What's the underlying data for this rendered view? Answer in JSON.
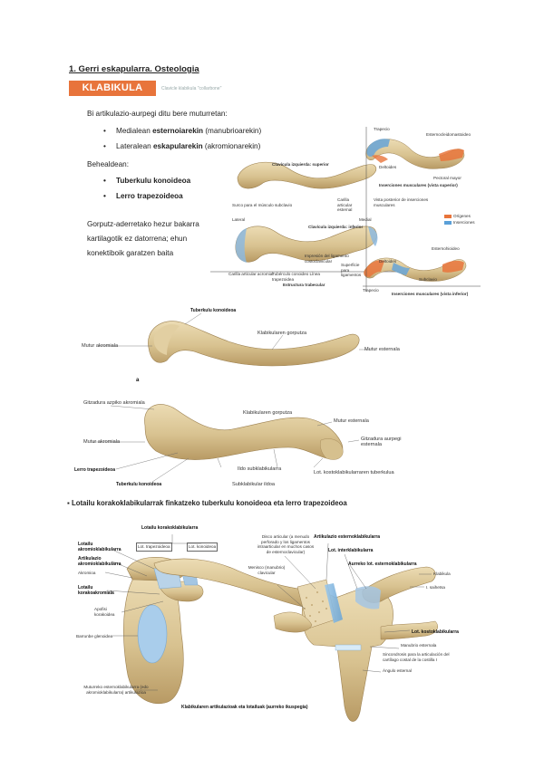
{
  "heading": "1. Gerri eskapularra. Osteologia",
  "banner": {
    "title": "KLABIKULA",
    "note": "Clavicle klabikula \"collarbone\""
  },
  "intro": {
    "line1": "Bi artikulazio-aurpegi ditu bere muturretan:",
    "b1_pre": "Medialean ",
    "b1_bold": "esternoiarekin",
    "b1_post": " (manubrioarekin)",
    "b2_pre": "Lateralean ",
    "b2_bold": "eskapularekin",
    "b2_post": " (akromionarekin)",
    "line2": "Behealdean:",
    "b3": "Tuberkulu konoideoa",
    "b4": "Lerro trapezoideoa",
    "para": [
      "Gorputz-aderretako hezur bakarra",
      "kartilagotik ez datorrena; ehun",
      "konektiboik garatzen baita"
    ]
  },
  "top_fig": {
    "sup_label": "Clavícula izquierda: superior",
    "inf_label": "Clavícula izquierda: inferior",
    "left_note": "Surco para el músculo subclavio",
    "lat": "Lateral",
    "med": "Medial",
    "acrom": "Carilla articular acromial",
    "tuber": "Tubérculo conoideo  Línea trapezoidea",
    "impr": "Impresión del ligamento costoclavicular",
    "right_notes": [
      "Carilla articular esternal",
      "Superficie para ligamentos"
    ],
    "bottom_caption": "Estructura trabecular"
  },
  "right_fig": {
    "top_a": "Trapecio",
    "top_b": "Esternocleidomastoideo",
    "mid": "Deltoides",
    "mid2": "Pectoral mayor",
    "cap1": "Inserciones musculares (vista superior)",
    "legend_note": "Vista posterior de inserciones musculares",
    "legend1": "Orígenes",
    "legend2": "Inserciones",
    "bot_a": "Esternohioideo",
    "bot_b": "Deltoides",
    "bot_c": "Subclavio",
    "bot_d": "Trapecio",
    "cap2": "Inserciones musculares (vista inferior)"
  },
  "fig_a": {
    "title": "Tuberkulu konoideoa",
    "left": "Mutur akromiala",
    "body": "Klabikularen gorputza",
    "right": "Mutur esternala",
    "letter": "a"
  },
  "fig_b": {
    "top_left": "Gitzadura azpiko akromiala",
    "body": "Klabikularen gorputza",
    "mut_ext": "Mutur esternala",
    "mut_akr": "Mutur akromiala",
    "art_side": "Gitzadura aurpegi esternala",
    "lerro": "Lerro trapezoideoa",
    "tuber": "Tuberkulu konoideoa",
    "ildo": "Ildo subklabikularra",
    "subcl": "Subklabikular ildoa",
    "lot": "Lot. kostoklabikularraren tuberkulua"
  },
  "bullet2": "Lotailu korakoklabikularrak finkatzeko tuberkulu konoideoa eta lerro trapezoideoa",
  "fig_c": {
    "lot_korako": "Lotailu korakoklabikularra",
    "lot_trap": "Lot. trapezoideoa",
    "lot_kono": "Lot. konoideoa",
    "left_labels": [
      "Lotailu akromioklabikularra",
      "Artikulazio akromioklabikularra",
      "Akromioa",
      "Lotailu korakoakromiala",
      "Apofisi korakoidea",
      "Barrunbe glenoidea"
    ],
    "disco": "Disco articular (a menudo perforado y los ligamentos intraarticular en muchos casos de esternoclavicular)",
    "menisco": "Menisco (manubrio) clavicular",
    "art_ester": "Artikulazio esternoklabikularra",
    "lot_inter": "Lot. interklabikularra",
    "aurreko": "Aurreko lot. esternoklabikularra",
    "klabikula": "Klabikula",
    "i_sahiesa": "I. saihetsa",
    "lot_kosto": "Lot. kostoklabikularra",
    "manubrio": "Manubrio esternala",
    "sincond": "Sincondrosis para la articulación del cartílago costal de la costilla I",
    "angulo": "Ángulo esternal",
    "bottom_left": "Muturreko esternoklabikularra (edo akromioklabikularra) artikulazioa",
    "caption": "Klabikularen artikulazioak eta lotailuak (aurreko ikuspegia)"
  },
  "colors": {
    "banner": "#e8743b",
    "bone": "#dcc79a",
    "bone_dark": "#b89a64",
    "cartilage": "#7fb4dc",
    "origin": "#e8743b",
    "insertion": "#5aa0d8"
  }
}
